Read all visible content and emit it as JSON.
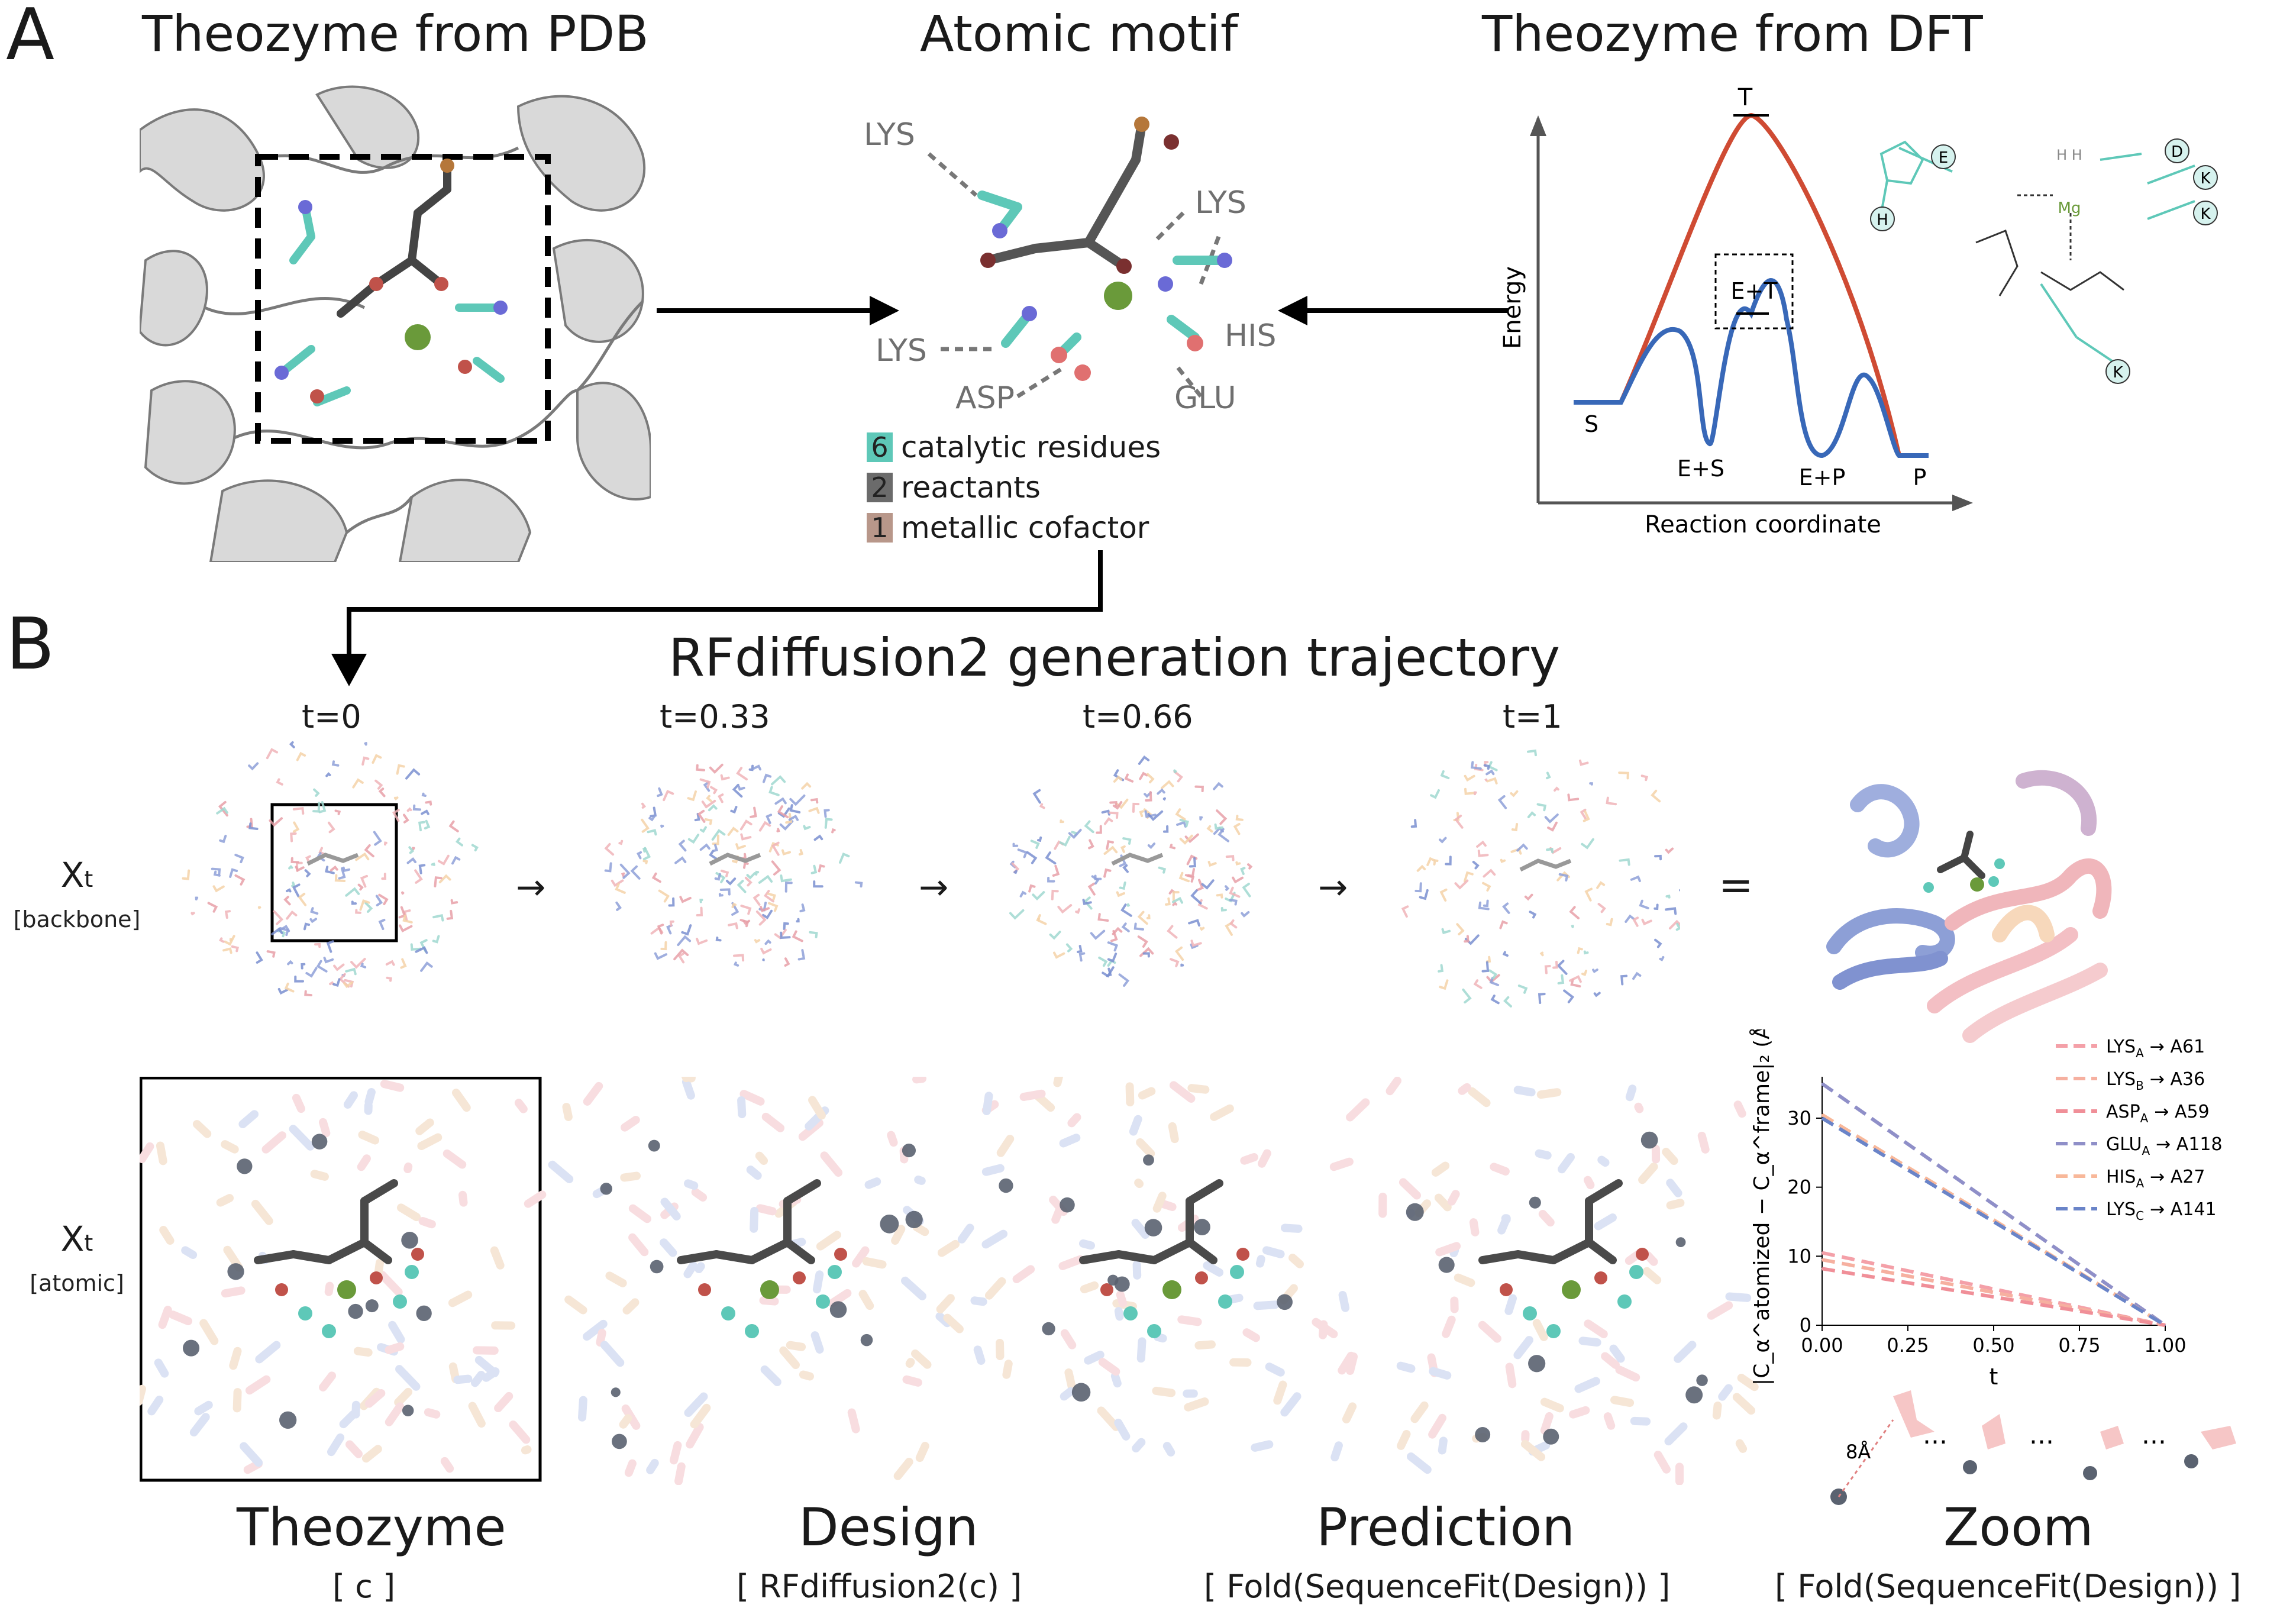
{
  "panels": {
    "a_letter": "A",
    "b_letter": "B"
  },
  "panel_a": {
    "pdb_title": "Theozyme from PDB",
    "motif_title": "Atomic motif",
    "dft_title": "Theozyme from DFT",
    "residue_labels": [
      "LYS",
      "LYS",
      "HIS",
      "LYS",
      "ASP",
      "GLU"
    ],
    "legend": [
      {
        "count": "6",
        "label": "catalytic residues",
        "color": "#5ec8b8"
      },
      {
        "count": "2",
        "label": "reactants",
        "color": "#6b6b6b"
      },
      {
        "count": "1",
        "label": "metallic cofactor",
        "color": "#b8978a"
      }
    ],
    "energy_diagram": {
      "ylabel": "Energy",
      "xlabel": "Reaction coordinate",
      "states": [
        "T",
        "E+T",
        "S",
        "E+S",
        "E+P",
        "P"
      ]
    },
    "mechanism": {
      "residues": [
        "H",
        "E",
        "D",
        "K",
        "K",
        "K"
      ],
      "metal": "Mg",
      "water": "H   H"
    }
  },
  "panel_b": {
    "title": "RFdiffusion2 generation trajectory",
    "timesteps": [
      "t=0",
      "t=0.33",
      "t=0.66",
      "t=1"
    ],
    "equals": "=",
    "arrows": [
      "→",
      "→",
      "→"
    ],
    "row_backbone": {
      "label": "X",
      "sub": "t",
      "desc": "[backbone]"
    },
    "row_atomic": {
      "label": "X",
      "sub": "t",
      "desc": "[atomic]"
    },
    "captions": [
      {
        "title": "Theozyme",
        "sub": "[ c ]"
      },
      {
        "title": "Design",
        "sub": "[ RFdiffusion2(c) ]"
      },
      {
        "title": "Prediction",
        "sub": "[ Fold(SequenceFit(Design)) ]"
      },
      {
        "title": "Zoom",
        "sub": "[ Fold(SequenceFit(Design)) ]"
      }
    ],
    "zoom_strip": {
      "distance": "8Å",
      "ellipsis": "..."
    }
  },
  "chart_data": {
    "type": "line",
    "xlabel": "t",
    "ylabel": "|C_α^atomized − C_α^frame|₂ (Å)",
    "xlim": [
      0,
      1
    ],
    "ylim": [
      0,
      36
    ],
    "xticks": [
      "0.00",
      "0.25",
      "0.50",
      "0.75",
      "1.00"
    ],
    "yticks": [
      "0",
      "10",
      "20",
      "30"
    ],
    "legend_position": "top-right",
    "series": [
      {
        "name": "LYS_A → A61",
        "base": "LYS",
        "subscript": "A",
        "target": "→ A61",
        "color": "#f4a0a8",
        "x": [
          0,
          1
        ],
        "y": [
          10.5,
          0
        ]
      },
      {
        "name": "LYS_B → A36",
        "base": "LYS",
        "subscript": "B",
        "target": "→ A36",
        "color": "#f6b0a0",
        "x": [
          0,
          1
        ],
        "y": [
          9.5,
          0
        ]
      },
      {
        "name": "ASP_A → A59",
        "base": "ASP",
        "subscript": "A",
        "target": "→ A59",
        "color": "#f08f98",
        "x": [
          0,
          1
        ],
        "y": [
          8.2,
          0
        ]
      },
      {
        "name": "GLU_A → A118",
        "base": "GLU",
        "subscript": "A",
        "target": "→ A118",
        "color": "#8f8fc8",
        "x": [
          0,
          1
        ],
        "y": [
          35,
          0
        ]
      },
      {
        "name": "HIS_A → A27",
        "base": "HIS",
        "subscript": "A",
        "target": "→ A27",
        "color": "#f8b89a",
        "x": [
          0,
          1
        ],
        "y": [
          30.5,
          0
        ]
      },
      {
        "name": "LYS_C → A141",
        "base": "LYS",
        "subscript": "C",
        "target": "→ A141",
        "color": "#6a84c8",
        "x": [
          0,
          1
        ],
        "y": [
          30,
          0
        ]
      }
    ]
  }
}
